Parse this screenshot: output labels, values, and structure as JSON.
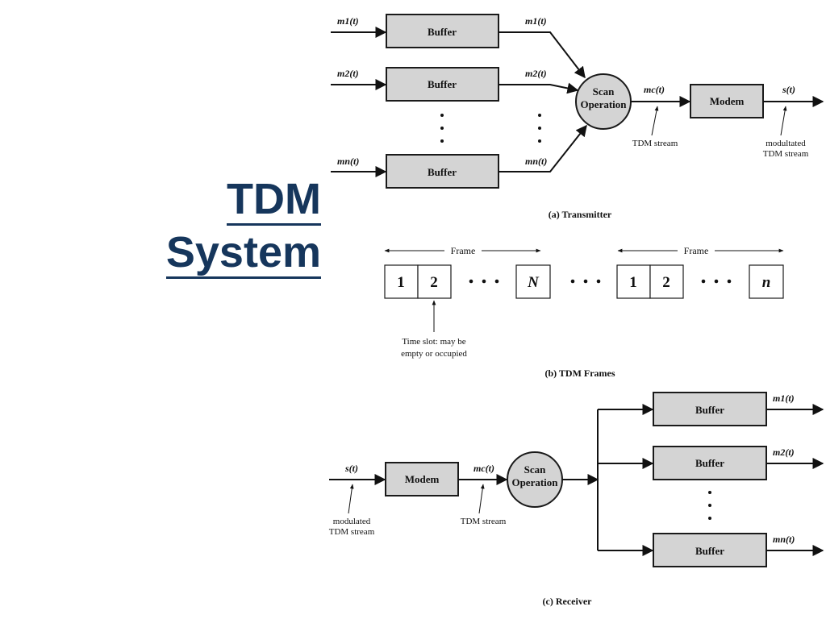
{
  "title": {
    "line1": "TDM",
    "line2": "System"
  },
  "transmitter": {
    "inputs": [
      "m1(t)",
      "m2(t)",
      "mn(t)"
    ],
    "buffer_label": "Buffer",
    "buffer_outputs": [
      "m1(t)",
      "m2(t)",
      "mn(t)"
    ],
    "scan_line1": "Scan",
    "scan_line2": "Operation",
    "mc": "mc(t)",
    "tdm_stream": "TDM stream",
    "modem": "Modem",
    "output": "s(t)",
    "modulated_line1": "modultated",
    "modulated_line2": "TDM stream",
    "caption": "(a) Transmitter"
  },
  "frames": {
    "frame_label": "Frame",
    "frame1_slots": [
      "1",
      "2",
      "N"
    ],
    "frame2_slots": [
      "1",
      "2",
      "n"
    ],
    "slot_note_line1": "Time slot: may be",
    "slot_note_line2": "empty or occupied",
    "caption": "(b) TDM Frames"
  },
  "receiver": {
    "input": "s(t)",
    "modem": "Modem",
    "mc": "mc(t)",
    "scan_line1": "Scan",
    "scan_line2": "Operation",
    "buffer_label": "Buffer",
    "outputs": [
      "m1(t)",
      "m2(t)",
      "mn(t)"
    ],
    "modulated_line1": "modulated",
    "modulated_line2": "TDM stream",
    "tdm_stream": "TDM stream",
    "caption": "(c) Receiver"
  }
}
